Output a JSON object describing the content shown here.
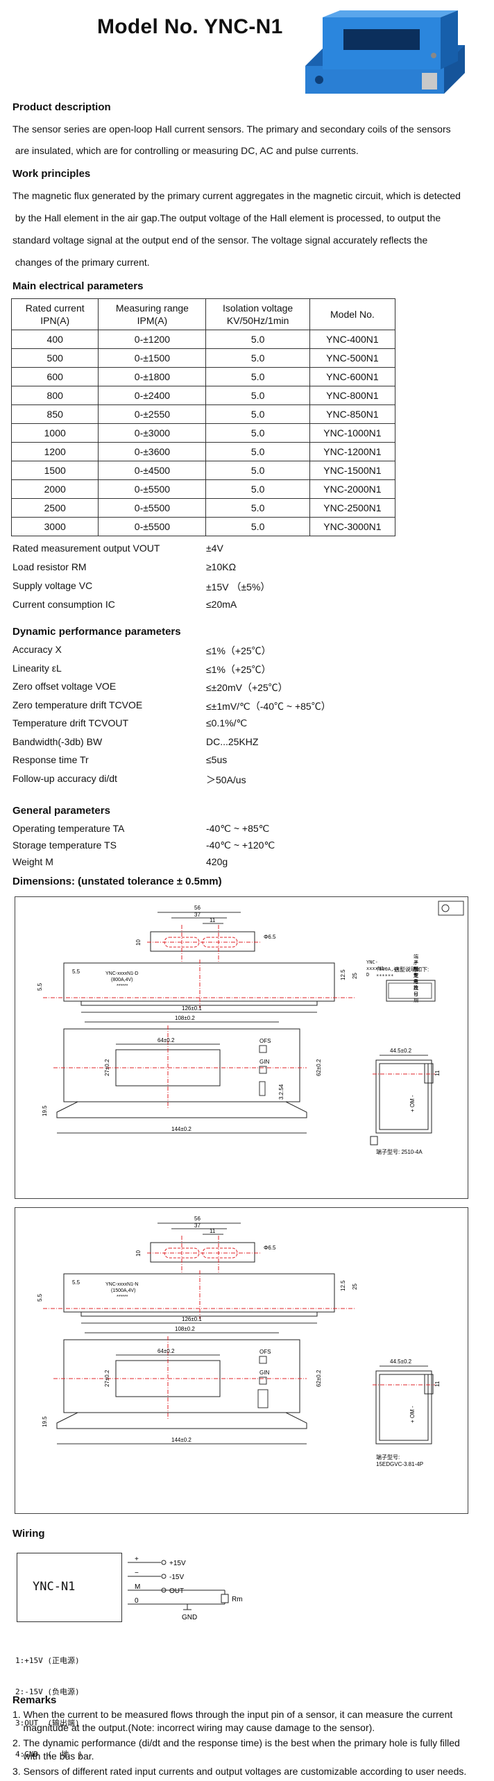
{
  "title": "Model No. YNC-N1",
  "product_description": {
    "heading": "Product description",
    "lines": [
      "The sensor series are open-loop Hall current sensors. The primary and secondary coils of the sensors",
      " are insulated, which are for controlling or measuring DC, AC and pulse currents."
    ]
  },
  "work_principles": {
    "heading": "Work principles",
    "lines": [
      "The magnetic flux generated by the primary current aggregates in the magnetic circuit, which is detected",
      " by the Hall element in the air gap.The output voltage of the Hall element is processed, to output the",
      "standard voltage signal at the output end of the sensor. The voltage signal accurately reflects the",
      " changes of the primary current."
    ]
  },
  "main_params": {
    "heading": "Main electrical parameters",
    "headers": [
      [
        "Rated current",
        "IPN(A)"
      ],
      [
        "Measuring range",
        "IPM(A)"
      ],
      [
        "Isolation voltage",
        "KV/50Hz/1min"
      ],
      [
        "Model No.",
        ""
      ]
    ],
    "rows": [
      [
        "400",
        "0-±1200",
        "5.0",
        "YNC-400N1"
      ],
      [
        "500",
        "0-±1500",
        "5.0",
        "YNC-500N1"
      ],
      [
        "600",
        "0-±1800",
        "5.0",
        "YNC-600N1"
      ],
      [
        "800",
        "0-±2400",
        "5.0",
        "YNC-800N1"
      ],
      [
        "850",
        "0-±2550",
        "5.0",
        "YNC-850N1"
      ],
      [
        "1000",
        "0-±3000",
        "5.0",
        "YNC-1000N1"
      ],
      [
        "1200",
        "0-±3600",
        "5.0",
        "YNC-1200N1"
      ],
      [
        "1500",
        "0-±4500",
        "5.0",
        "YNC-1500N1"
      ],
      [
        "2000",
        "0-±5500",
        "5.0",
        "YNC-2000N1"
      ],
      [
        "2500",
        "0-±5500",
        "5.0",
        "YNC-2500N1"
      ],
      [
        "3000",
        "0-±5500",
        "5.0",
        "YNC-3000N1"
      ]
    ],
    "extra": [
      {
        "label": "Rated measurement output VOUT",
        "value": "±4V"
      },
      {
        "label": "Load resistor RM",
        "value": "≥10KΩ"
      },
      {
        "label": "Supply voltage VC",
        "value": "±15V （±5%）"
      },
      {
        "label": "Current consumption IC",
        "value": "≤20mA"
      }
    ]
  },
  "dynamic": {
    "heading": "Dynamic performance parameters",
    "items": [
      {
        "label": "Accuracy X",
        "value": "≤1%（+25℃）"
      },
      {
        "label": "Linearity εL",
        "value": "≤1%（+25℃）"
      },
      {
        "label": "Zero offset voltage VOE",
        "value": "≤±20mV（+25℃）"
      },
      {
        "label": "Zero temperature drift TCVOE",
        "value": "≤±1mV/℃（-40℃ ~ +85℃）"
      },
      {
        "label": "Temperature drift TCVOUT",
        "value": "≤0.1%/℃"
      },
      {
        "label": "Bandwidth(-3db) BW",
        "value": "DC...25KHZ"
      },
      {
        "label": "Response time Tr",
        "value": "≤5us"
      },
      {
        "label": "Follow-up accuracy di/dt",
        "value": "＞50A/us"
      }
    ]
  },
  "general": {
    "heading": "General parameters",
    "items": [
      {
        "label": "Operating temperature TA",
        "value": "-40℃ ~ +85℃"
      },
      {
        "label": "Storage temperature TS",
        "value": "-40℃ ~ +120℃"
      },
      {
        "label": "Weight M",
        "value": "420g"
      }
    ]
  },
  "dimensions": {
    "heading": "Dimensions: (unstated tolerance ± 0.5mm)",
    "drawing1": {
      "top_dims": [
        "56",
        "37",
        "11"
      ],
      "hole": "Φ6.5",
      "side_dims": [
        "10",
        "5.5",
        "5.5",
        "12.5",
        "25"
      ],
      "label": [
        "YNC-xxxxN1-D",
        "(800A,4V)",
        "******"
      ],
      "width_1": "126±0.1",
      "front_w": "108±0.2",
      "window_w": "64±0.2",
      "window_h": "27±0.2",
      "height": "62±0.2",
      "pin_dim": "3.2.54",
      "base_h": "19.5",
      "base_w": "144±0.2",
      "side_w": "44.5±0.2",
      "side_dim": "11",
      "ofs": "OFS",
      "gin": "GIN",
      "side_label": "+ OM -",
      "terminal_note": "端子型号: 2510-4A",
      "legend_title": "选型说明如下:",
      "legend_lines": [
        "YNC-xxxxN1-D",
        "(800A,4V)",
        "******"
      ],
      "legend_notes": [
        "端子类型",
        "产品型号",
        "额定电流",
        "生产批号",
        "生产日期"
      ]
    },
    "drawing2": {
      "top_dims": [
        "56",
        "37",
        "11"
      ],
      "hole": "Φ6.5",
      "side_dims": [
        "10",
        "5.5",
        "5.5",
        "12.5",
        "25"
      ],
      "label": [
        "YNC-xxxxN1-N",
        "(1500A,4V)",
        "******"
      ],
      "width_1": "126±0.1",
      "front_w": "108±0.2",
      "window_w": "64±0.2",
      "window_h": "27±0.2",
      "height": "62±0.2",
      "base_h": "19.5",
      "base_w": "144±0.2",
      "side_w": "44.5±0.2",
      "side_dim": "11",
      "ofs": "OFS",
      "gin": "GIN",
      "side_label": "+ OM -",
      "terminal_note": [
        "端子型号:",
        "15EDGVC-3.81-4P"
      ]
    }
  },
  "wiring": {
    "heading": "Wiring",
    "device": "YNC-N1",
    "pins": [
      "1",
      "2",
      "3",
      "4"
    ],
    "pin_marks": [
      "+",
      "−",
      "M",
      "0"
    ],
    "outputs": [
      "+15V",
      "-15V",
      "OUT",
      "GND"
    ],
    "resistor": "Rm",
    "legend": [
      "1:+15V (正电源)",
      "2:-15V (负电源)",
      "3:OUT  (输出端)",
      "4:GND  (  地  )"
    ]
  },
  "remarks": {
    "heading": "Remarks",
    "items": [
      "1. When the current to be measured flows through the input pin of a sensor, it can measure the current",
      "    magnitude at the output.(Note: incorrect wiring may cause damage to the sensor).",
      "2. The dynamic performance (di/dt and the response time) is the best when the primary hole is fully filled",
      "    with the bus bar.",
      "3. Sensors of different rated input currents and output voltages are customizable according to user needs."
    ]
  },
  "colors": {
    "product_blue": "#1f73c7",
    "dim_red": "#e0242a",
    "line": "#222222"
  }
}
